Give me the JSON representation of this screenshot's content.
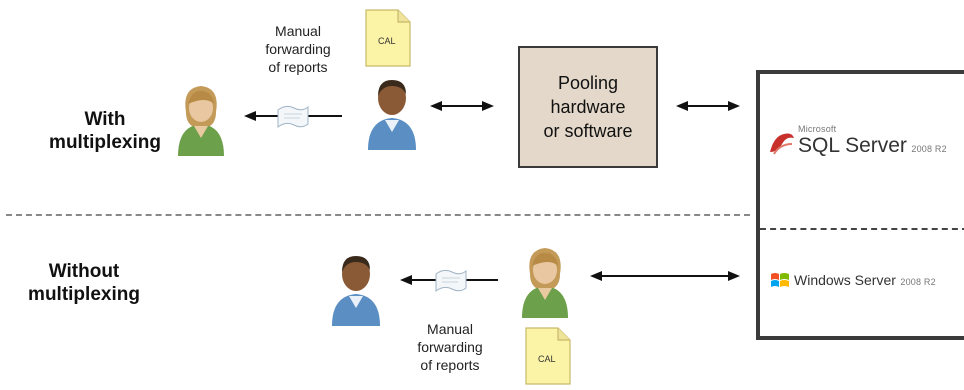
{
  "sections": {
    "with_label": [
      "With",
      "multiplexing"
    ],
    "without_label": [
      "Without",
      "multiplexing"
    ]
  },
  "top": {
    "forwarding_text": [
      "Manual",
      "forwarding",
      "of reports"
    ],
    "cal_label": "CAL",
    "pool_box": [
      "Pooling",
      "hardware",
      "or software"
    ]
  },
  "bottom": {
    "forwarding_text": [
      "Manual",
      "forwarding",
      "of reports"
    ],
    "cal_label": "CAL"
  },
  "server": {
    "sql": {
      "microsoft": "Microsoft",
      "name": "SQL Server",
      "version": "2008 R2"
    },
    "windows": {
      "name": "Windows Server",
      "version": "2008 R2"
    }
  },
  "colors": {
    "pool_fill": "#e3d8c9",
    "cal_note": "#fbf3a6",
    "person_shirt_green": "#6da04a",
    "person_shirt_blue": "#5b8fc4",
    "sql_logo_red": "#c8302c",
    "windows_flag": [
      "#f25022",
      "#7fba00",
      "#00a4ef",
      "#ffb900"
    ]
  },
  "icons": [
    "person-icon",
    "report-icon",
    "cal-note-icon",
    "double-arrow-icon",
    "arrow-left-icon"
  ]
}
